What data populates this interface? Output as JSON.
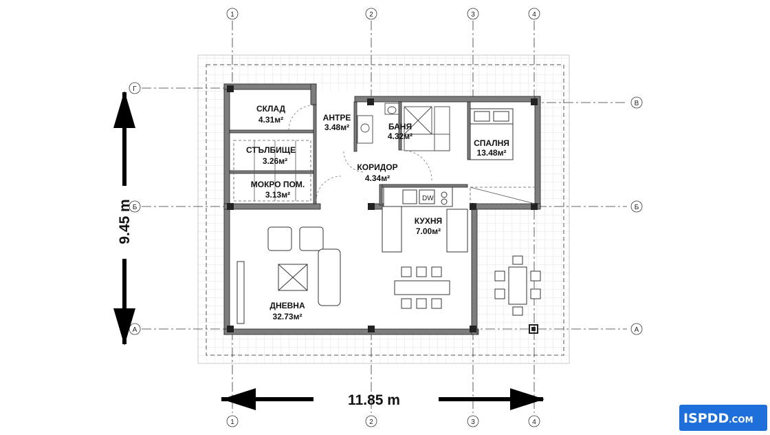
{
  "plan": {
    "rooms": [
      {
        "name": "СКЛАД",
        "area": "4.31м²"
      },
      {
        "name": "АНТРЕ",
        "area": "3.48м²"
      },
      {
        "name": "БАНЯ",
        "area": "4.32м²"
      },
      {
        "name": "СПАЛНЯ",
        "area": "13.48м²"
      },
      {
        "name": "СТЪЛБИЩЕ",
        "area": "3.26м²"
      },
      {
        "name": "КОРИДОР",
        "area": "4.34м²"
      },
      {
        "name": "МОКРО ПОМ.",
        "area": "3.13м²"
      },
      {
        "name": "КУХНЯ",
        "area": "7.00м²"
      },
      {
        "name": "ДНЕВНА",
        "area": "32.73м²"
      }
    ],
    "appliance_label": "DW",
    "axes_vertical": [
      "1",
      "2",
      "3",
      "4"
    ],
    "axes_horizontal": [
      "Г",
      "В",
      "Б",
      "А"
    ],
    "width_dimension": "11.85 m",
    "height_dimension": "9.45 m"
  },
  "watermark": {
    "brand": "ISPDD",
    "suffix": ".COM",
    "color": "#1e6fd9"
  }
}
